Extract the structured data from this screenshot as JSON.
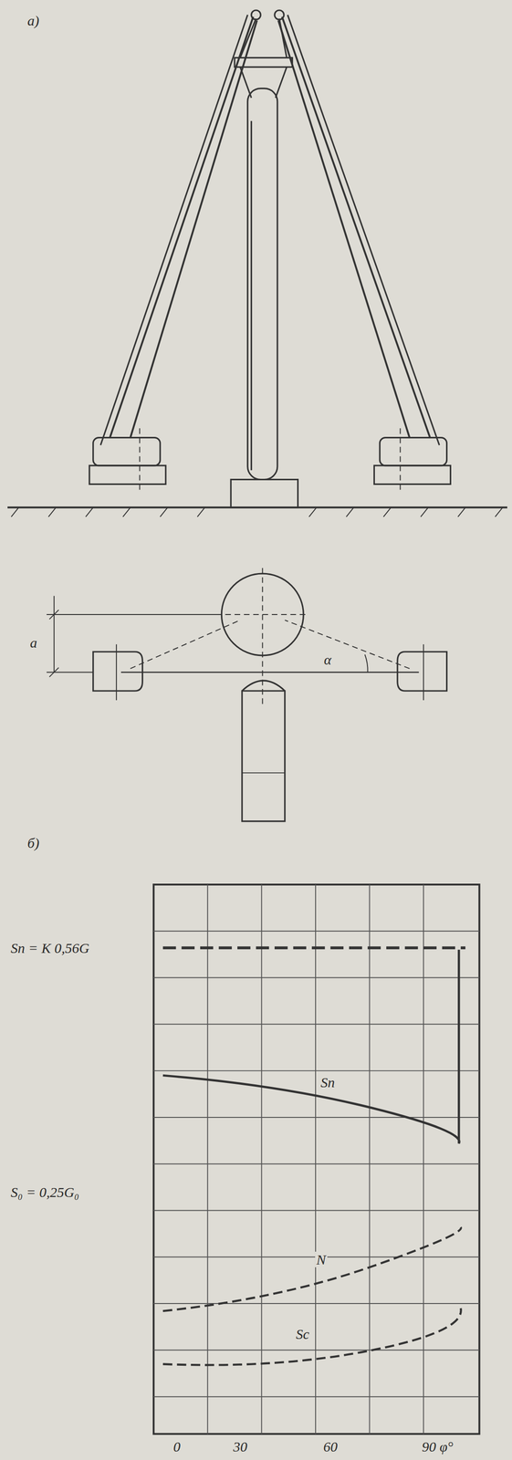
{
  "diagram": {
    "labels": [
      "а)",
      "а",
      "α",
      "б)",
      "Sп = K 0,56G",
      "Sп",
      "S₀ = 0,25G₀",
      "N",
      "Sс",
      "0",
      "30",
      "60",
      "90 φ°"
    ]
  }
}
